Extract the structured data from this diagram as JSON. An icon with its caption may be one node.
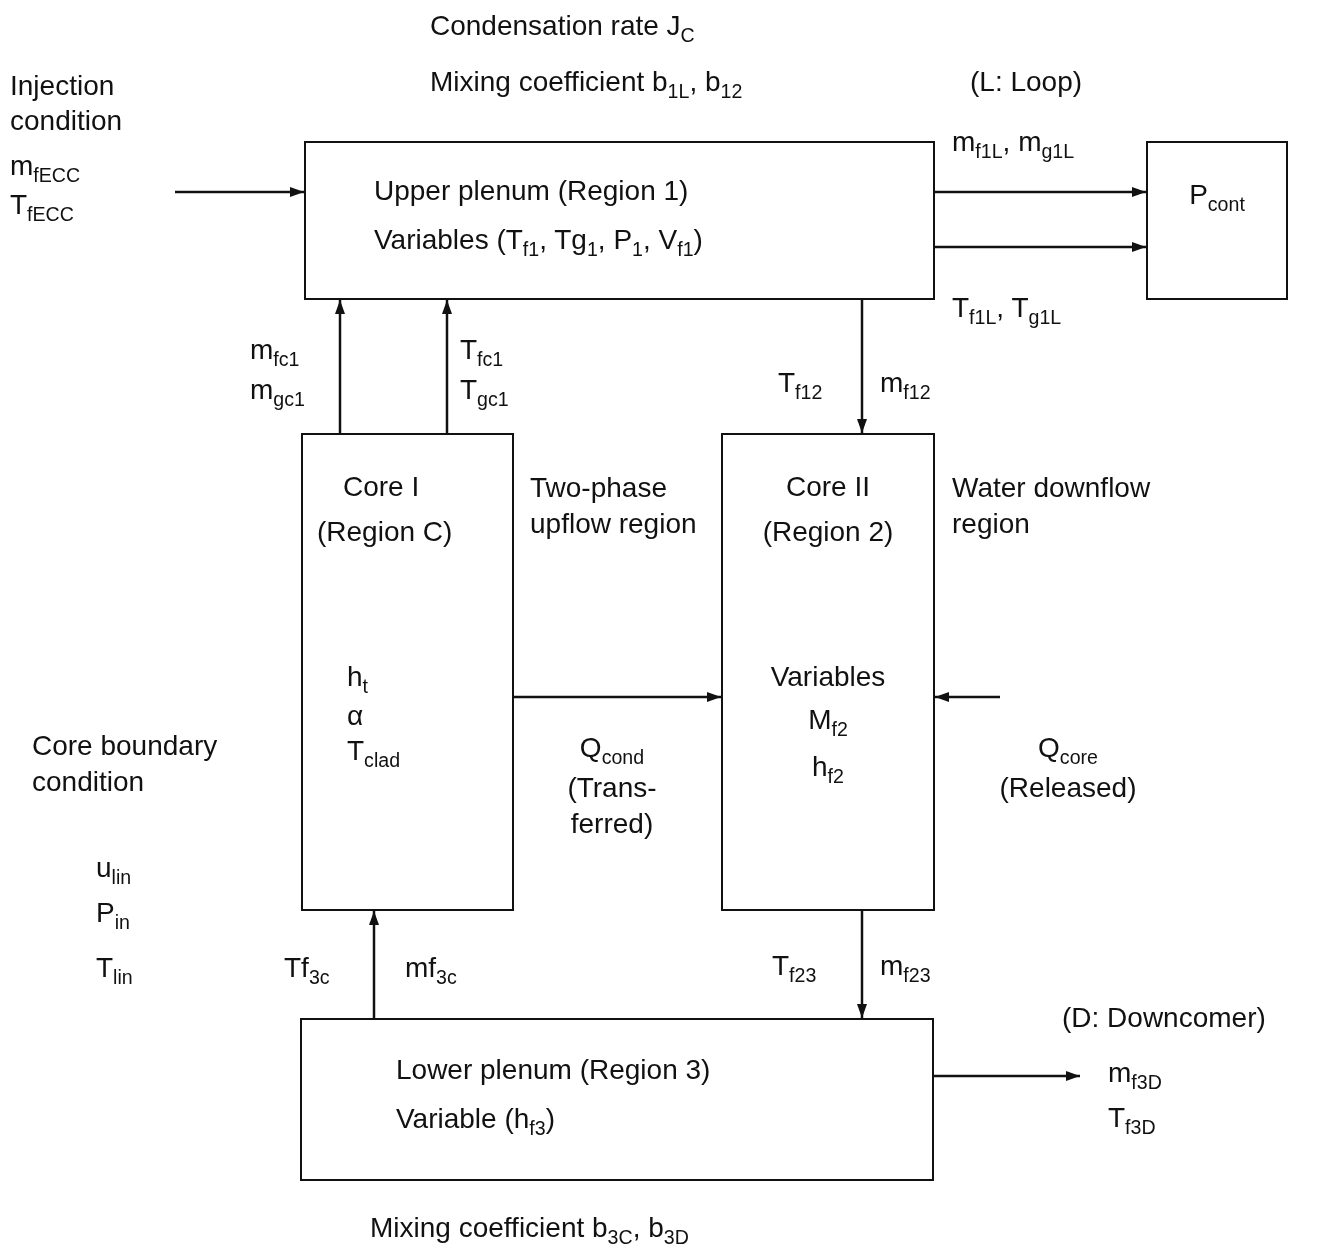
{
  "diagram": {
    "nodes": [
      {
        "text": [
          "Upper plenum (Region 1)",
          "Variables (T$_{f1}$, Tg$_{1}$, P$_{1}$, V$_{f1}$)"
        ]
      },
      {
        "text": [
          "P$_{cont}$"
        ]
      },
      {
        "text": [
          "Core I",
          "(Region C)",
          "h$_{t}$",
          "α",
          "T$_{clad}$"
        ],
        "beside": [
          "Two-phase upflow region"
        ]
      },
      {
        "text": [
          "Core II",
          "(Region 2)",
          "Variables",
          "M$_{f2}$",
          "h$_{f2}$"
        ],
        "beside": [
          "Water downflow region"
        ]
      },
      {
        "text": [
          "Lower plenum (Region 3)",
          "Variable (h$_{f3}$)"
        ]
      },
      {
        "text": [
          "Injection condition",
          "m$_{fECC}$",
          "T$_{fECC}$"
        ]
      },
      {
        "text": [
          "m$_{f3D}$",
          "T$_{f3D}$"
        ]
      }
    ],
    "edges": [
      {
        "from": 5,
        "to": 0,
        "arrow": "to"
      },
      {
        "from": 0,
        "to": 1,
        "arrow": "to",
        "label": "m$_{f1L}$, m$_{g1L}$"
      },
      {
        "from": 0,
        "to": 1,
        "arrow": "to",
        "label": "T$_{f1L}$, T$_{g1L}$"
      },
      {
        "from": 2,
        "to": 0,
        "arrow": "to",
        "label": "m$_{fc1}$ m$_{gc1}$"
      },
      {
        "from": 2,
        "to": 0,
        "arrow": "to",
        "label": "T$_{fc1}$ T$_{gc1}$"
      },
      {
        "from": 0,
        "to": 3,
        "arrow": "to",
        "label": "m$_{f12}$"
      },
      {
        "from": 3,
        "to": 4,
        "arrow": "to",
        "label": "m$_{f23}$"
      },
      {
        "from": 4,
        "to": 2,
        "arrow": "to",
        "label": "mf$_{3c}$"
      },
      {
        "from": 2,
        "to": 3,
        "arrow": "to",
        "label": "Q$_{cond}$ (Trans- ferred)"
      },
      {
        "from": null,
        "to": 3,
        "arrow": "to",
        "label": "Q$_{core}$ (Released)"
      },
      {
        "from": 4,
        "to": 6,
        "arrow": "to"
      }
    ],
    "labels": [
      "Condensation rate J$_{C}$",
      "Mixing coefficient b$_{1L}$, b$_{12}$",
      "(L: Loop)",
      "Core boundary condition",
      "u$_{lin}$",
      "P$_{in}$",
      "T$_{lin}$",
      "T$_{f12}$",
      "T$_{f23}$",
      "Tf$_{3c}$",
      "(D: Downcomer)",
      "Mixing coefficient b$_{3C}$, b$_{3D}$"
    ]
  }
}
